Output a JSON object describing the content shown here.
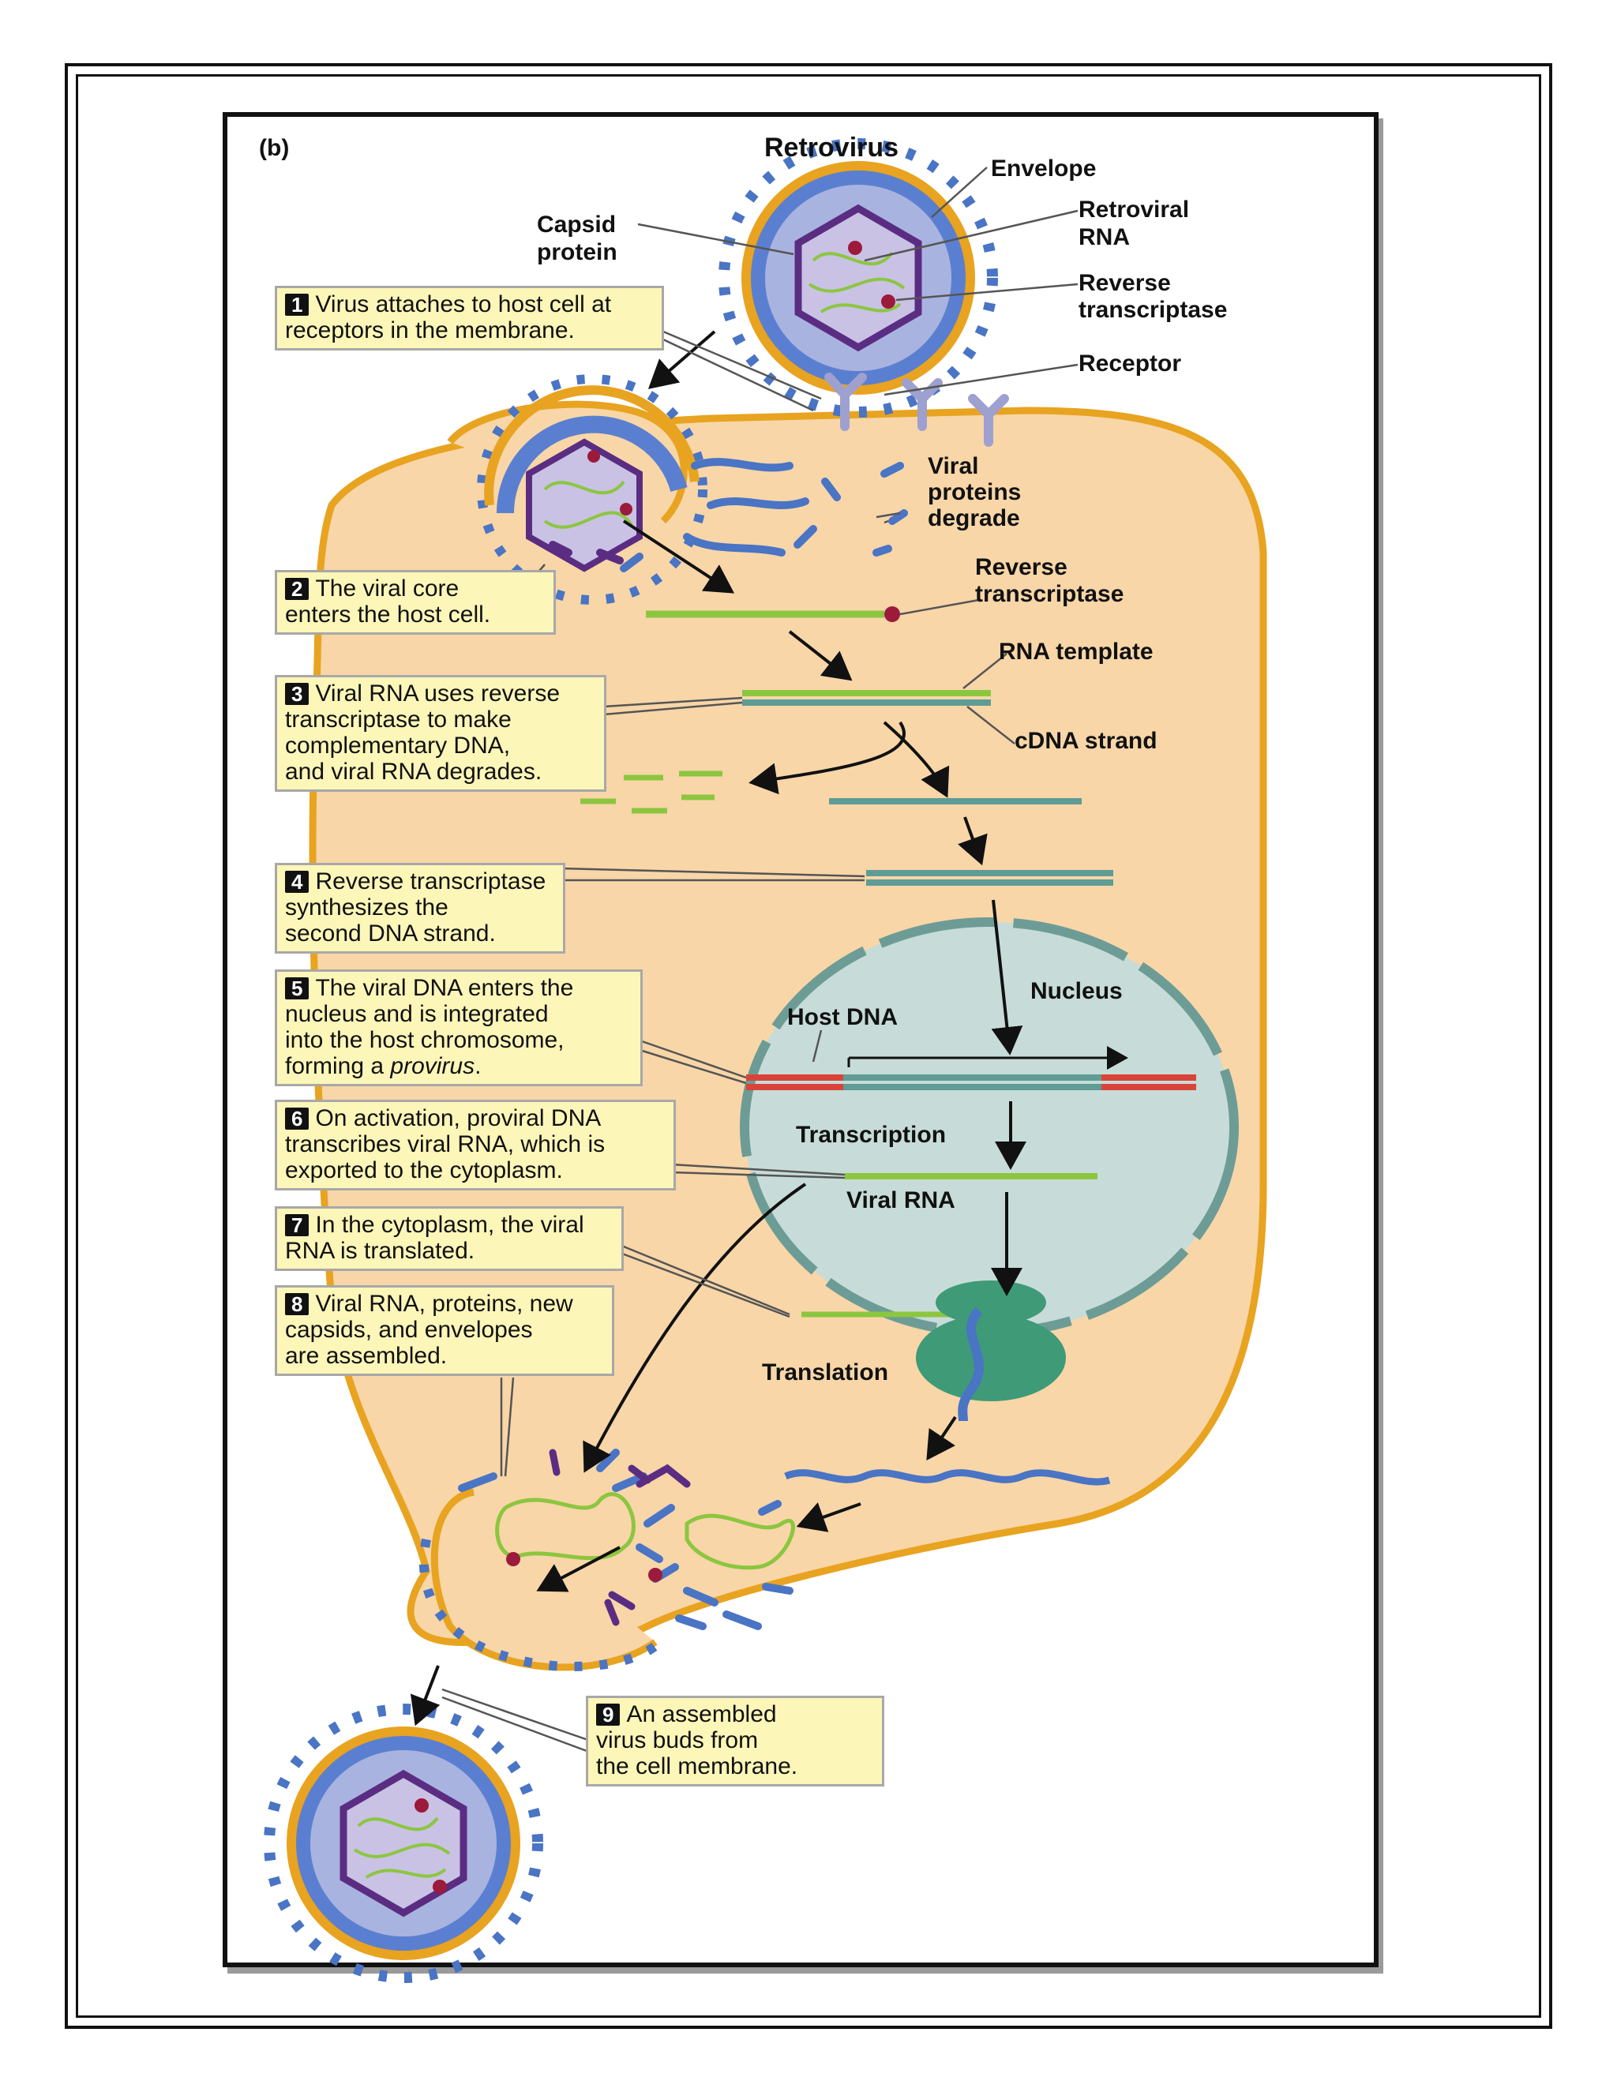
{
  "panel_letter": "(b)",
  "title": "Retrovirus",
  "labels": {
    "envelope": "Envelope",
    "retroviral_rna": "Retroviral\nRNA",
    "capsid_protein": "Capsid\nprotein",
    "reverse_transcriptase_top": "Reverse\ntranscriptase",
    "receptor": "Receptor",
    "viral_proteins_degrade": "Viral\nproteins\ndegrade",
    "reverse_transcriptase_mid": "Reverse\ntranscriptase",
    "rna_template": "RNA template",
    "cdna_strand": "cDNA strand",
    "nucleus": "Nucleus",
    "host_dna": "Host DNA",
    "transcription": "Transcription",
    "viral_rna": "Viral RNA",
    "translation": "Translation"
  },
  "steps": [
    {
      "num": "1",
      "text": "Virus attaches to host cell at\nreceptors in the membrane."
    },
    {
      "num": "2",
      "text": "The viral core\nenters the host cell."
    },
    {
      "num": "3",
      "text": "Viral RNA uses reverse\ntranscriptase to make\ncomplementary DNA,\nand viral RNA degrades."
    },
    {
      "num": "4",
      "text": "Reverse transcriptase\nsynthesizes the\nsecond DNA strand."
    },
    {
      "num": "5",
      "text": "The viral DNA enters the\nnucleus and is integrated\ninto the host chromosome,\nforming a ",
      "em": "provirus",
      "tail": "."
    },
    {
      "num": "6",
      "text": "On activation, proviral DNA\ntranscribes viral RNA, which is\nexported to the cytoplasm."
    },
    {
      "num": "7",
      "text": "In the cytoplasm, the viral\nRNA is translated."
    },
    {
      "num": "8",
      "text": "Viral RNA, proteins, new\ncapsids, and envelopes\nare assembled."
    },
    {
      "num": "9",
      "text": "An assembled\nvirus buds from\nthe cell membrane."
    }
  ],
  "colors": {
    "cytoplasm": "#f8d6a8",
    "membrane": "#e8a320",
    "nucleus": "#c7dcd8",
    "nucleus_border": "#6d9c96",
    "rna": "#8cc63f",
    "dna": "#5e9c95",
    "host_dna": "#d9443a",
    "protein": "#4a74c4",
    "capsid": "#5a2d82",
    "enzyme": "#9c1a3c",
    "ribosome": "#3f9a78",
    "receptor": "#9ea0cf",
    "callout": "#fdf6b9"
  }
}
